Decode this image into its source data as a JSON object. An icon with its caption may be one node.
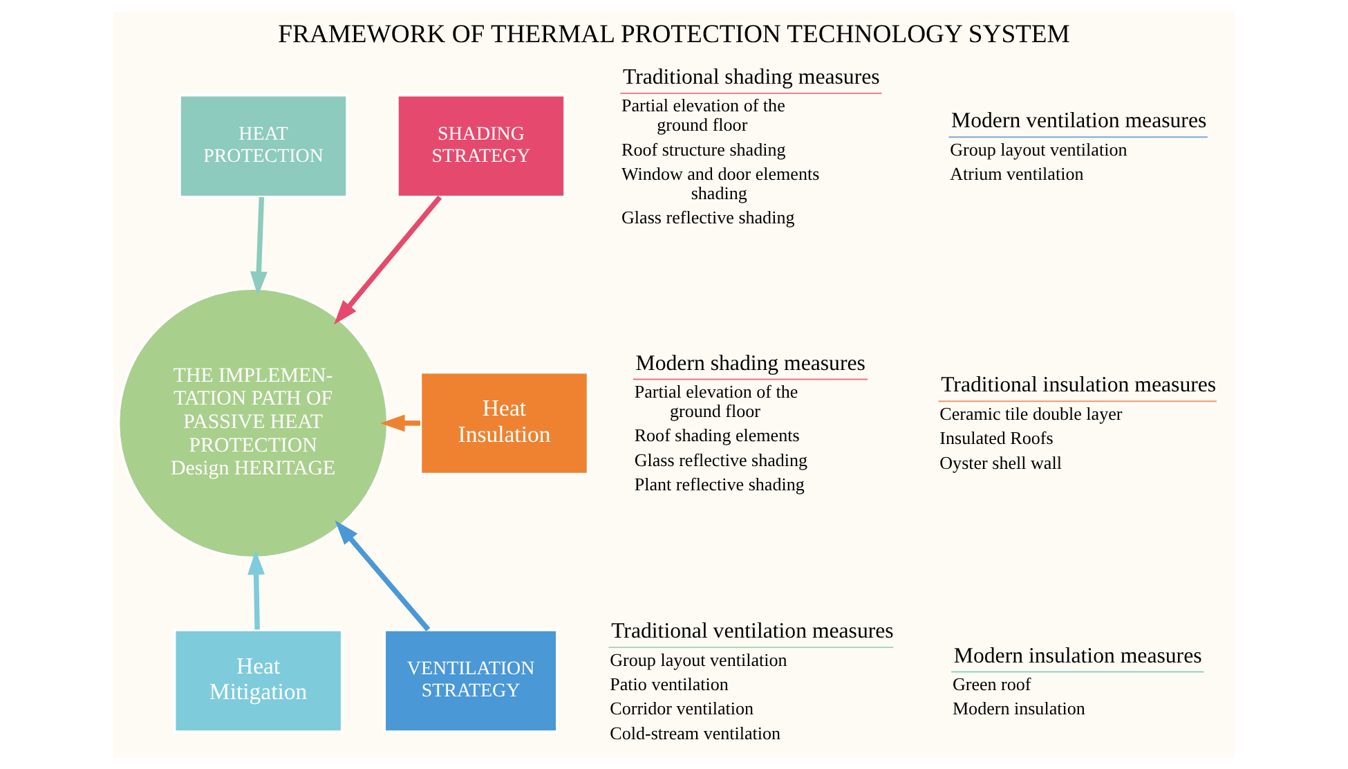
{
  "diagram": {
    "title": "FRAMEWORK OF THERMAL PROTECTION TECHNOLOGY SYSTEM",
    "nodes": [
      {
        "text": [
          "THE IMPLEMEN- TATION PATH OF PASSIVE HEAT PROTECTION Design HERITAGE"
        ]
      },
      {
        "text": [
          "HEAT PROTECTION"
        ]
      },
      {
        "text": [
          "SHADING STRATEGY"
        ]
      },
      {
        "text": [
          "Heat Insulation"
        ]
      },
      {
        "text": [
          "Heat Mitigation"
        ]
      },
      {
        "text": [
          "VENTILATION STRATEGY"
        ]
      }
    ],
    "edges": [
      {
        "from": 1,
        "to": 0,
        "arrow": "to",
        "color": "#8ccbbd"
      },
      {
        "from": 2,
        "to": 0,
        "arrow": "to",
        "color": "#e54a6e"
      },
      {
        "from": 3,
        "to": 0,
        "arrow": "to",
        "color": "#ee8230"
      },
      {
        "from": 4,
        "to": 0,
        "arrow": "to",
        "color": "#7ecbdc"
      },
      {
        "from": 5,
        "to": 0,
        "arrow": "to",
        "color": "#4a98d6"
      }
    ],
    "labels": [
      "Traditional shading measures",
      "Partial elevation of the ground floor",
      "Roof structure shading",
      "Window and door elements shading",
      "Glass reflective shading",
      "Modern shading measures",
      "Partial elevation of the ground floor",
      "Roof shading elements",
      "Glass reflective shading",
      "Plant reflective shading",
      "Traditional ventilation measures",
      "Group layout ventilation",
      "Patio ventilation",
      "Corridor ventilation",
      "Cold-stream ventilation",
      "Modern ventilation measures",
      "Group layout ventilation",
      "Atrium ventilation",
      "Traditional insulation measures",
      "Ceramic tile double layer",
      "Insulated Roofs",
      "Oyster shell wall",
      "Modern insulation measures",
      "Green roof",
      "Modern insulation"
    ]
  }
}
